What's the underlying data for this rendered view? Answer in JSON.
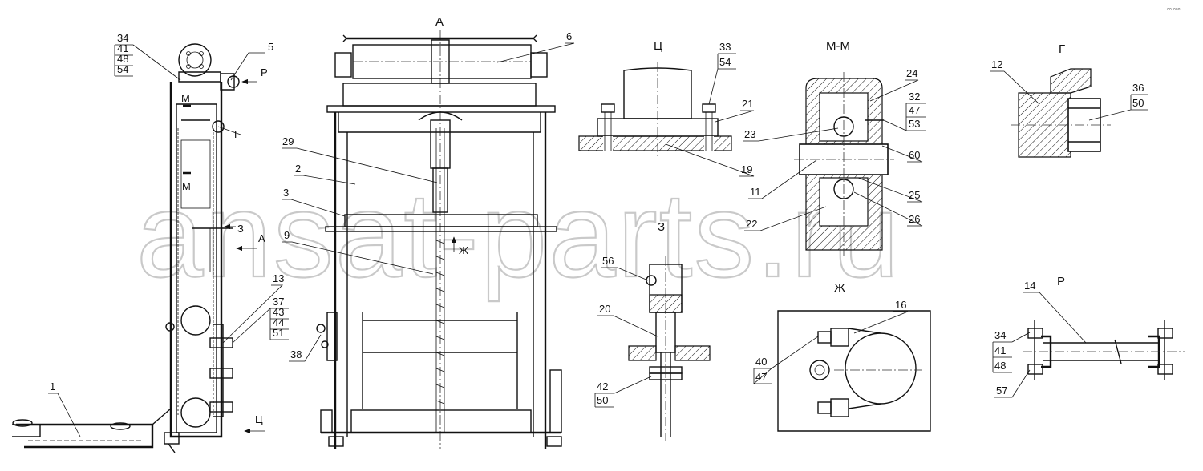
{
  "view_labels": {
    "A_top": "А",
    "Ts": "Ц",
    "MM": "М-М",
    "G": "Г",
    "Z": "З",
    "Zh": "Ж",
    "R": "Р"
  },
  "side_marks": {
    "P_arrow": "Р",
    "M_top": "М",
    "M_bottom": "М",
    "G_mark": "Г",
    "Z_arrow": "З",
    "A_arrow": "А",
    "Ts_arrow": "Ц",
    "Zh_arrow": "Ж"
  },
  "callouts": {
    "c34": "34",
    "c41": "41",
    "c48": "48",
    "c54": "54",
    "c5": "5",
    "c6": "6",
    "c29": "29",
    "c2": "2",
    "c3": "3",
    "c9": "9",
    "c13": "13",
    "c37": "37",
    "c43": "43",
    "c44": "44",
    "c51": "51",
    "c38": "38",
    "c1": "1",
    "c33": "33",
    "c54b": "54",
    "c21": "21",
    "c19": "19",
    "c24": "24",
    "c32": "32",
    "c47": "47",
    "c53": "53",
    "c23": "23",
    "c60": "60",
    "c11": "11",
    "c25": "25",
    "c22": "22",
    "c26": "26",
    "c12": "12",
    "c36": "36",
    "c50": "50",
    "c56": "56",
    "c20": "20",
    "c42": "42",
    "c50b": "50",
    "c16": "16",
    "c40": "40",
    "c47b": "47",
    "c14": "14",
    "c34b": "34",
    "c41b": "41",
    "c48b": "48",
    "c57": "57"
  },
  "watermark": "ansat-parts.ru",
  "corner_mark": "▫▫ ▫▫▫"
}
